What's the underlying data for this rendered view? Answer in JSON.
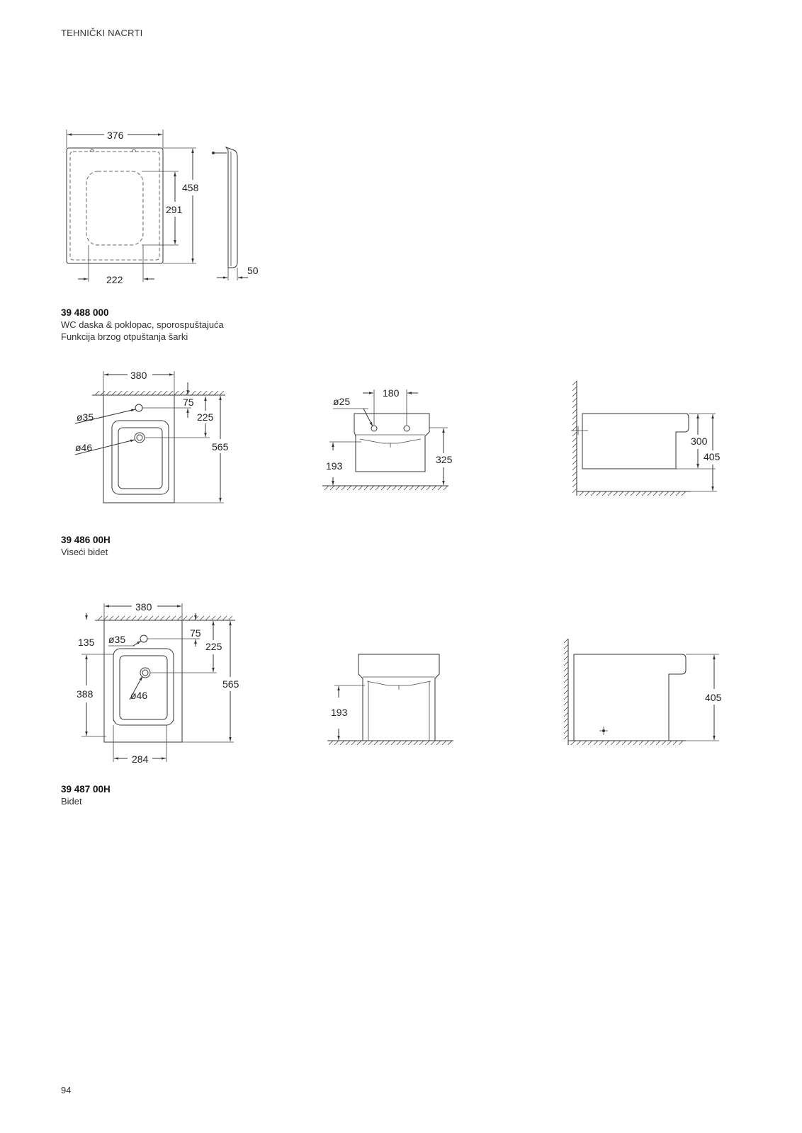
{
  "page": {
    "header": "TEHNIČKI NACRTI",
    "page_number": "94"
  },
  "products": [
    {
      "code": "39 488 000",
      "lines": [
        "WC daska & poklopac, sporospuštajuća",
        "Funkcija brzog otpuštanja šarki"
      ],
      "dims": {
        "width": "376",
        "height": "458",
        "inner_height": "291",
        "hinge_spacing": "222",
        "thickness": "50"
      }
    },
    {
      "code": "39 486 00H",
      "lines": [
        "Viseći bidet"
      ],
      "dims": {
        "width": "380",
        "d35": "ø35",
        "d46": "ø46",
        "d75": "75",
        "d225": "225",
        "d565": "565",
        "d180": "180",
        "d25": "ø25",
        "d193": "193",
        "d325": "325",
        "d300": "300",
        "d405": "405"
      }
    },
    {
      "code": "39 487 00H",
      "lines": [
        "Bidet"
      ],
      "dims": {
        "width": "380",
        "d135": "135",
        "d35": "ø35",
        "d75": "75",
        "d225": "225",
        "d388": "388",
        "d46": "ø46",
        "d565": "565",
        "d284": "284",
        "d193": "193",
        "d405": "405"
      }
    }
  ]
}
